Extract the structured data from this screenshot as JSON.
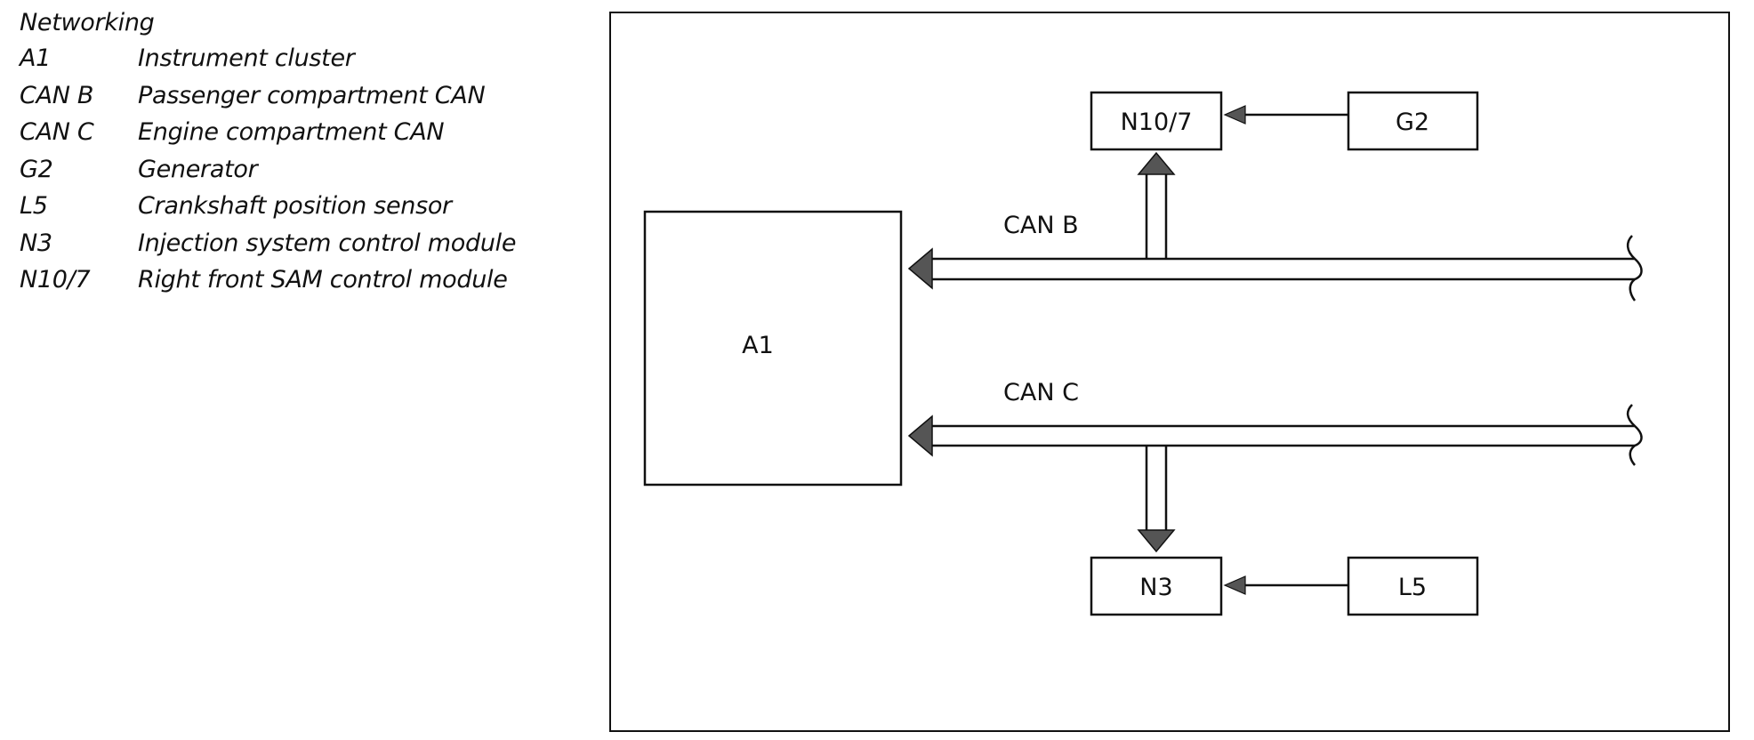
{
  "legend": {
    "title": "Networking",
    "items": [
      {
        "code": "A1",
        "description": "Instrument cluster"
      },
      {
        "code": "CAN B",
        "description": "Passenger compartment CAN"
      },
      {
        "code": "CAN C",
        "description": "Engine compartment CAN"
      },
      {
        "code": "G2",
        "description": "Generator"
      },
      {
        "code": "L5",
        "description": "Crankshaft position sensor"
      },
      {
        "code": "N3",
        "description": "Injection system control module"
      },
      {
        "code": "N10/7",
        "description": "Right front SAM control module"
      }
    ]
  },
  "diagram": {
    "boxes": {
      "a1": "A1",
      "n10_7": "N10/7",
      "g2": "G2",
      "n3": "N3",
      "l5": "L5"
    },
    "buses": {
      "can_b": "CAN B",
      "can_c": "CAN C"
    },
    "colors": {
      "line": "#111111",
      "arrowhead": "#555555"
    }
  }
}
